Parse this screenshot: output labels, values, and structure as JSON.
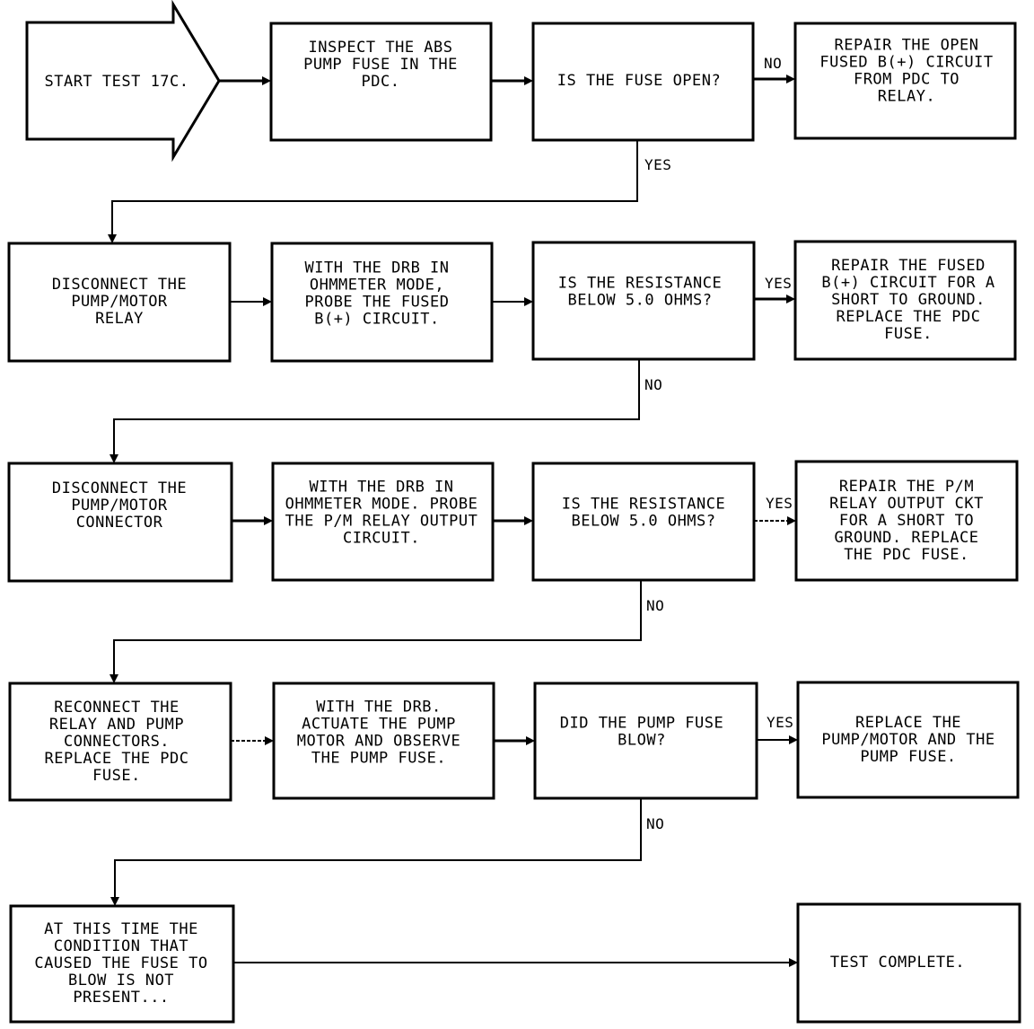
{
  "nodes": {
    "start": [
      "START TEST 17C."
    ],
    "inspect_fuse": [
      "INSPECT THE ABS",
      "PUMP FUSE IN THE",
      "PDC."
    ],
    "fuse_open_q": [
      "IS THE FUSE OPEN?"
    ],
    "repair_open": [
      "REPAIR THE OPEN",
      "FUSED B(+) CIRCUIT",
      "FROM PDC TO",
      "RELAY."
    ],
    "disconnect_relay": [
      "DISCONNECT THE",
      "PUMP/MOTOR",
      "RELAY"
    ],
    "probe_fused": [
      "WITH THE DRB IN",
      "OHMMETER MODE,",
      "PROBE THE FUSED",
      "B(+) CIRCUIT."
    ],
    "resistance_q1": [
      "IS THE RESISTANCE",
      "BELOW 5.0 OHMS?"
    ],
    "repair_short": [
      "REPAIR THE FUSED",
      "B(+) CIRCUIT FOR A",
      "SHORT TO GROUND.",
      "REPLACE THE PDC",
      "FUSE."
    ],
    "disconnect_connector": [
      "DISCONNECT THE",
      "PUMP/MOTOR",
      "CONNECTOR"
    ],
    "probe_output": [
      "WITH THE DRB IN",
      "OHMMETER MODE. PROBE",
      "THE P/M RELAY OUTPUT",
      "CIRCUIT."
    ],
    "resistance_q2": [
      "IS THE RESISTANCE",
      "BELOW 5.0 OHMS?"
    ],
    "repair_pm": [
      "REPAIR THE P/M",
      "RELAY OUTPUT CKT",
      "FOR A SHORT TO",
      "GROUND. REPLACE",
      "THE PDC FUSE."
    ],
    "reconnect": [
      "RECONNECT THE",
      "RELAY AND PUMP",
      "CONNECTORS.",
      "REPLACE THE PDC",
      "FUSE."
    ],
    "actuate": [
      "WITH THE DRB.",
      "ACTUATE THE PUMP",
      "MOTOR AND OBSERVE",
      "THE PUMP FUSE."
    ],
    "fuse_blow_q": [
      "DID THE PUMP FUSE",
      "BLOW?"
    ],
    "replace_motor": [
      "REPLACE THE",
      "PUMP/MOTOR AND THE",
      "PUMP FUSE."
    ],
    "not_present": [
      "AT THIS TIME THE",
      "CONDITION THAT",
      "CAUSED THE FUSE TO",
      "BLOW IS NOT",
      "PRESENT..."
    ],
    "complete": [
      "TEST COMPLETE."
    ]
  },
  "labels": {
    "no_1": "NO",
    "yes_1": "YES",
    "yes_2": "YES",
    "no_2": "NO",
    "yes_3": "YES",
    "no_3": "NO",
    "yes_4": "YES",
    "no_4": "NO"
  }
}
